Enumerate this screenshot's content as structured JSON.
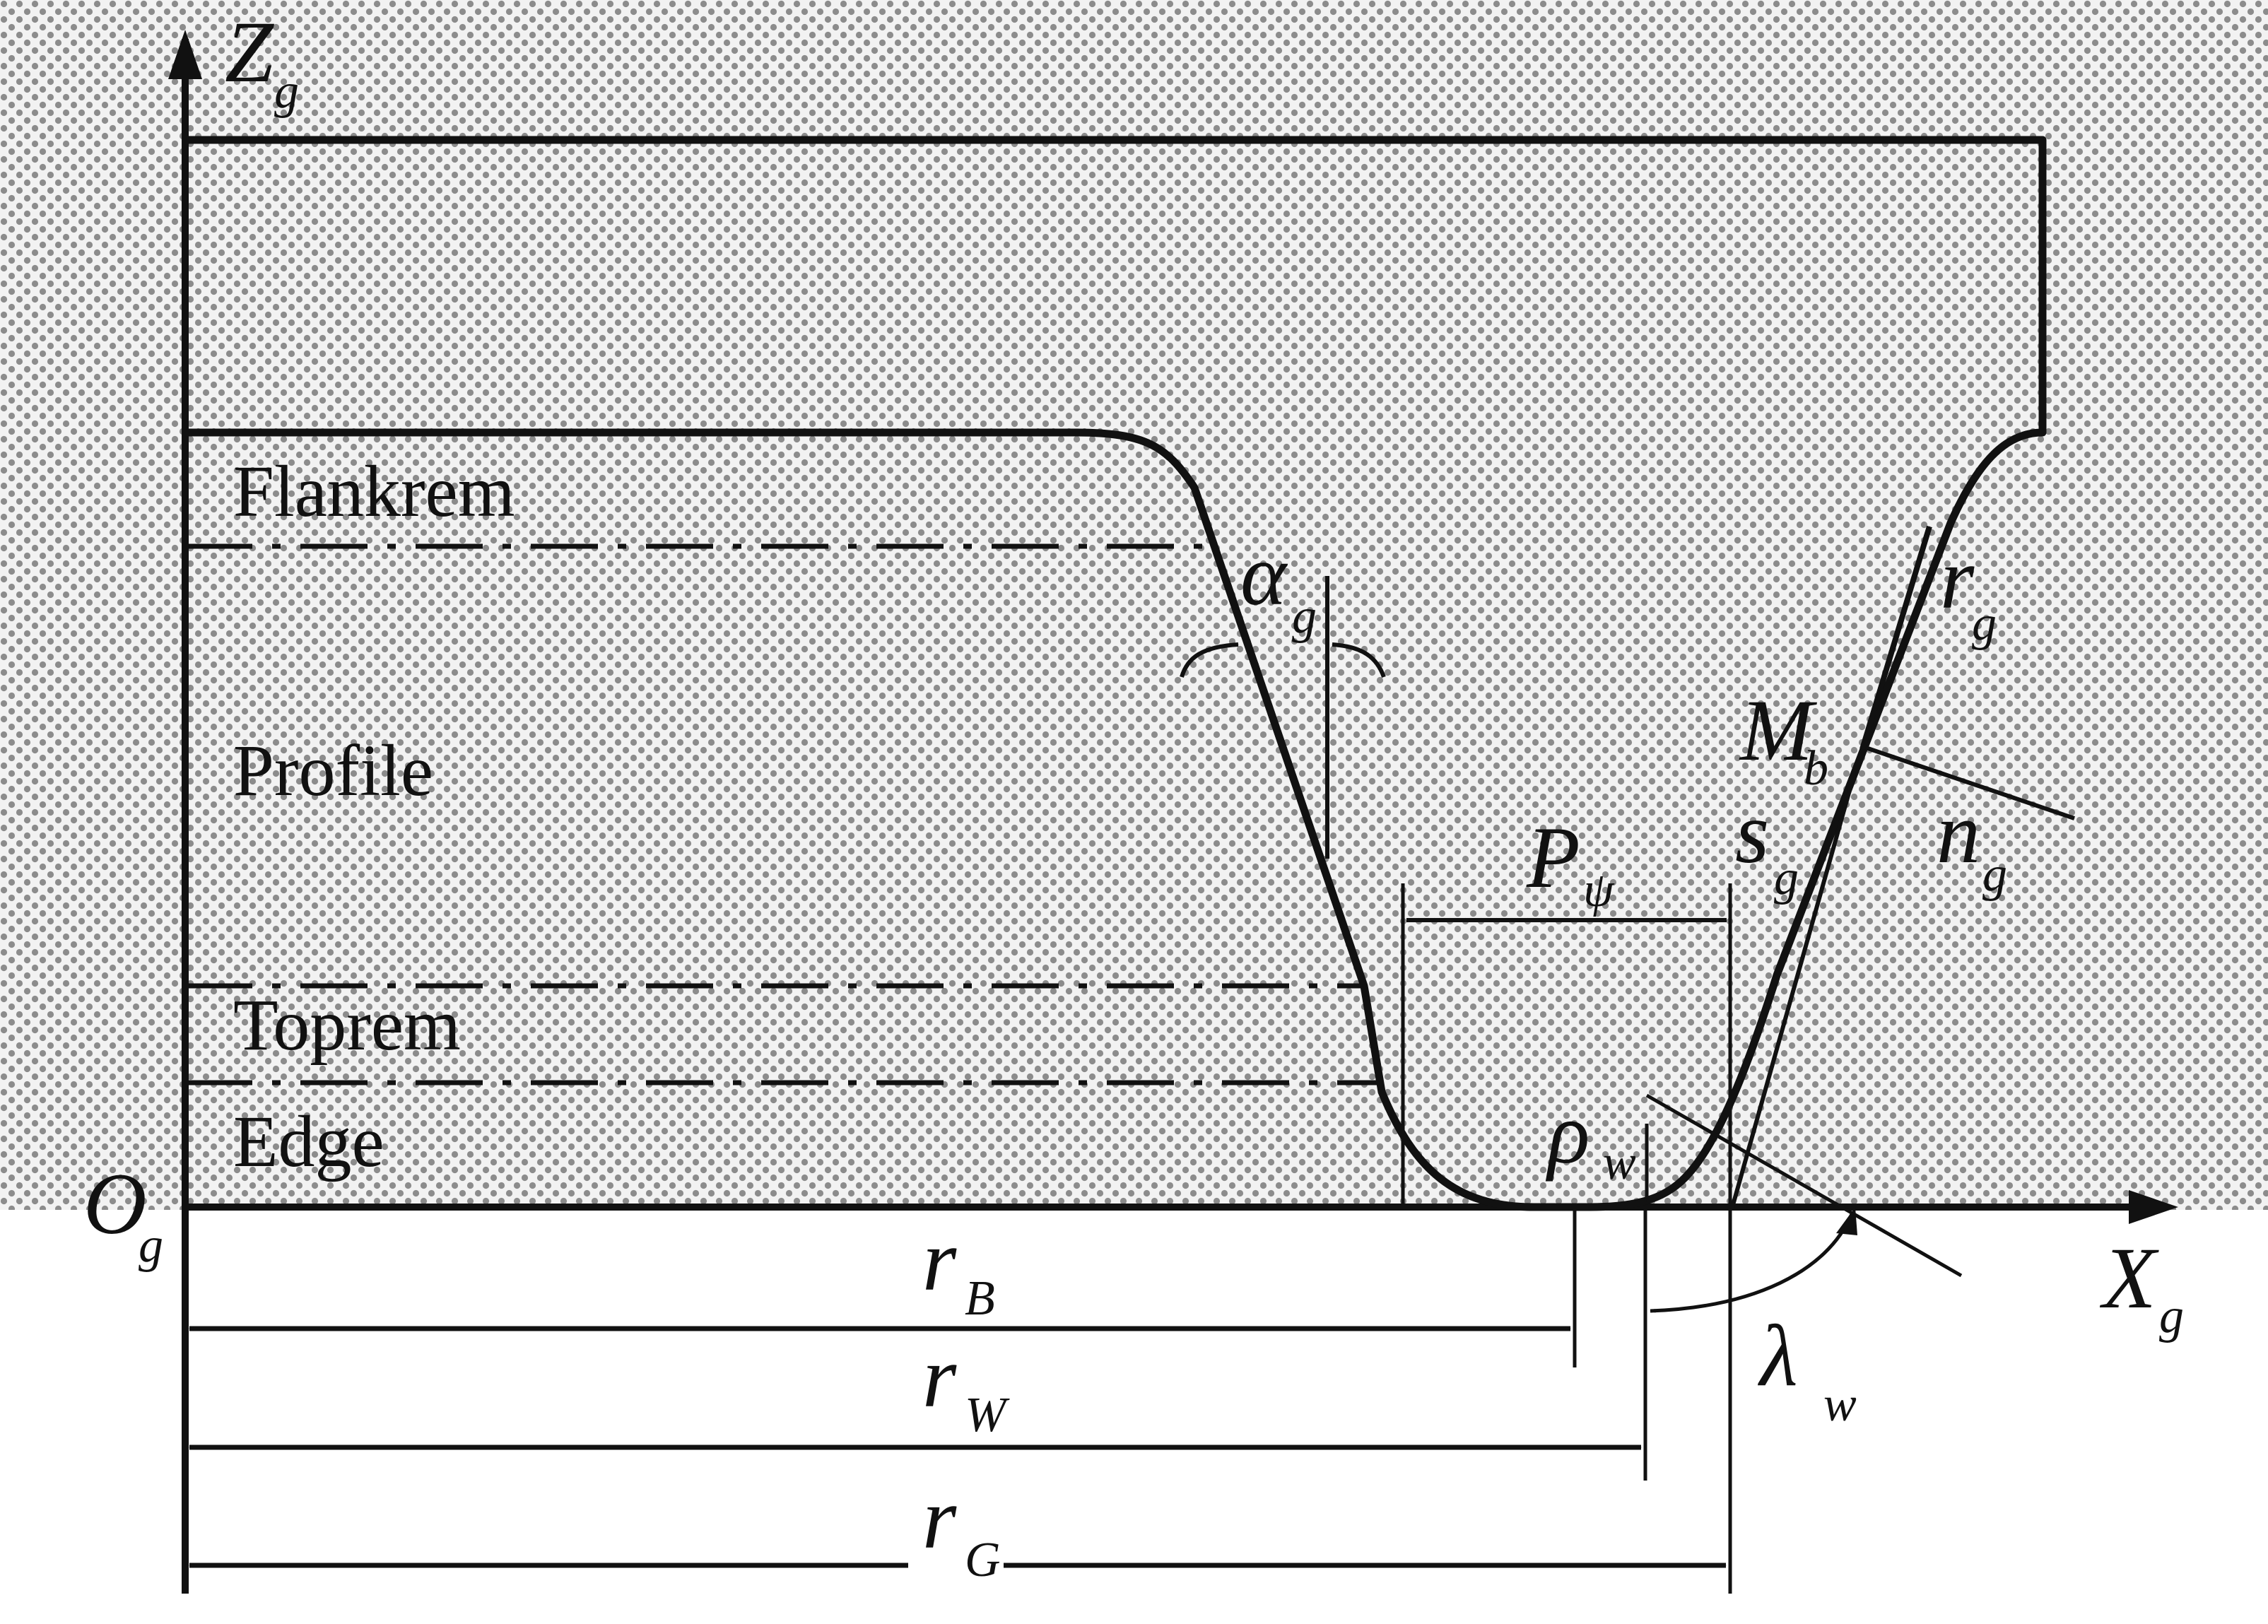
{
  "axes": {
    "z": {
      "symbol": "Z",
      "subscript": "g"
    },
    "x": {
      "symbol": "X",
      "subscript": "g"
    },
    "origin": {
      "symbol": "O",
      "subscript": "g"
    }
  },
  "regions": {
    "flankrem": "Flankrem",
    "profile": "Profile",
    "toprem": "Toprem",
    "edge": "Edge"
  },
  "symbols": {
    "alpha": {
      "symbol": "α",
      "subscript": "g"
    },
    "r_g": {
      "symbol": "r",
      "subscript": "g"
    },
    "M_b": {
      "symbol": "M",
      "subscript": "b"
    },
    "s_g": {
      "symbol": "s",
      "subscript": "g"
    },
    "n_g": {
      "symbol": "n",
      "subscript": "g"
    },
    "P_psi": {
      "symbol": "P",
      "subscript": "ψ"
    },
    "rho_w": {
      "symbol": "ρ",
      "subscript": "w"
    },
    "lambda_w": {
      "symbol": "λ",
      "subscript": "w"
    }
  },
  "dimensions": {
    "r_B": {
      "symbol": "r",
      "subscript": "B"
    },
    "r_W": {
      "symbol": "r",
      "subscript": "W"
    },
    "r_G": {
      "symbol": "r",
      "subscript": "G"
    }
  },
  "colors": {
    "ink": "#111111",
    "dots": "#8c8c8c",
    "background": "#ffffff"
  }
}
